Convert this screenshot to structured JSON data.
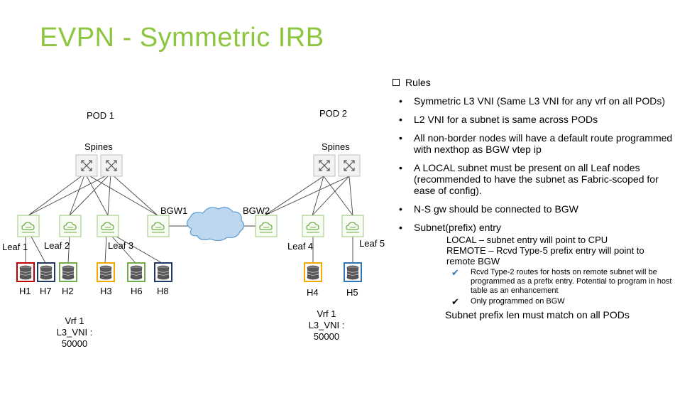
{
  "title": "EVPN - Symmetric IRB",
  "pods": [
    {
      "name": "POD 1",
      "spines_label": "Spines",
      "vrf": "Vrf 1",
      "l3vni_label": "L3_VNI :",
      "l3vni_value": "50000"
    },
    {
      "name": "POD 2",
      "spines_label": "Spines",
      "vrf": "Vrf 1",
      "l3vni_label": "L3_VNI :",
      "l3vni_value": "50000"
    }
  ],
  "leaf_labels": [
    "Leaf 1",
    "Leaf 2",
    "Leaf 3",
    "Leaf 4",
    "Leaf 5"
  ],
  "bgw_labels": [
    "BGW1",
    "BGW2"
  ],
  "host_labels": [
    "H1",
    "H7",
    "H2",
    "H3",
    "H6",
    "H8",
    "H4",
    "H5"
  ],
  "host_colors": {
    "H1": "#c00000",
    "H7": "#1f3864",
    "H2": "#70ad47",
    "H3": "#f2a900",
    "H6": "#70ad47",
    "H8": "#1f3864",
    "H4": "#f2a900",
    "H5": "#2e75b6"
  },
  "colors": {
    "title": "#8cc63f",
    "node_border": "#8cc63f",
    "cloud_fill": "#bdd7ee",
    "cloud_stroke": "#5b9bd5"
  },
  "icons": {
    "spine": "switch-arrows-icon",
    "leaf": "cloud-router-icon",
    "host": "database-icon",
    "wan": "cloud-icon"
  },
  "rules": {
    "heading": "Rules",
    "bullets": [
      "Symmetric L3 VNI (Same L3 VNI for any vrf on all PODs)",
      "L2 VNI for a subnet is same across PODs",
      "All non-border nodes will have a default route programmed with nexthop as BGW vtep ip",
      "A LOCAL subnet must be present on all Leaf nodes (recommended to have the subnet as Fabric-scoped for ease of config).",
      "N-S gw should be connected to BGW",
      "Subnet(prefix) entry"
    ],
    "sub_entries": [
      "LOCAL – subnet entry will point to CPU",
      "REMOTE – Rcvd Type-5 prefix entry will point to remote BGW"
    ],
    "checks": [
      {
        "mark": "✔",
        "color": "#2e75b6",
        "text": "Rcvd Type-2 routes for hosts on remote subnet will be programmed as a prefix entry. Potential to program in host table as an enhancement"
      },
      {
        "mark": "✔",
        "color": "#000000",
        "text": "Only programmed on BGW"
      }
    ],
    "last": "Subnet prefix len must match on all PODs"
  }
}
